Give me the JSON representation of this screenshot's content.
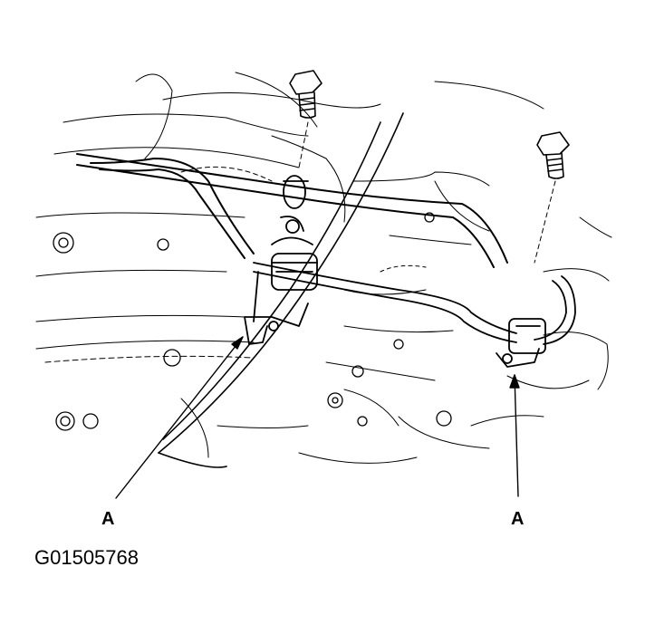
{
  "diagram": {
    "callouts": [
      {
        "id": "left",
        "label": "A"
      },
      {
        "id": "right",
        "label": "A"
      }
    ],
    "figure_id": "G01505768",
    "line_color": "#000000",
    "background": "#ffffff"
  }
}
